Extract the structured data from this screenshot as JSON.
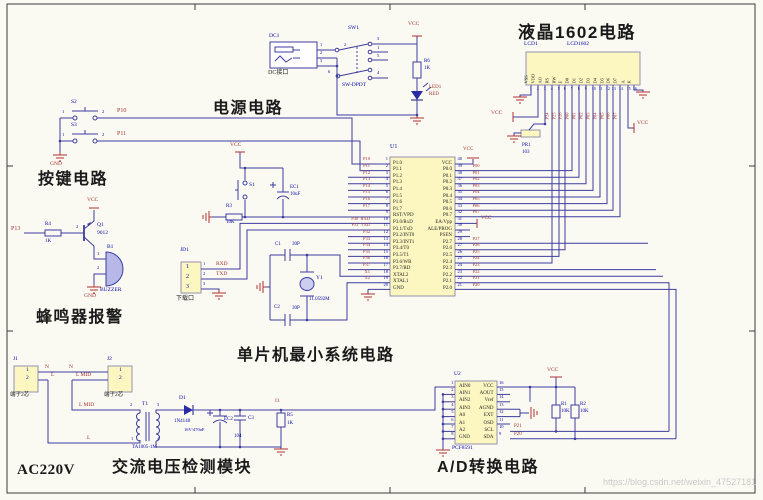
{
  "titles": {
    "lcd": "液晶1602电路",
    "power": "电源电路",
    "keys": "按键电路",
    "buzzer": "蜂鸣器报警",
    "mcu": "单片机最小系统电路",
    "ac220v": "AC220V",
    "ac_module": "交流电压检测模块",
    "adc": "A/D转换电路"
  },
  "watermark": "https://blog.csdn.net/weixin_47527181",
  "colors": {
    "wire": "#3c3ca0",
    "net_text": "#a03434",
    "designator_text": "#0404aa",
    "power_symbol": "#b03030",
    "component_fill": "#fcf7c0",
    "background": "#fbfaf2"
  },
  "power": {
    "dc1": {
      "ref": "DC1",
      "label": "DC接口",
      "pins": [
        "1",
        "2",
        "3"
      ]
    },
    "sw1": {
      "ref": "SW1",
      "part": "SW-DPDT",
      "pins": [
        "2",
        "3",
        "1",
        "5",
        "6",
        "4"
      ]
    },
    "r6": {
      "ref": "R6",
      "value": "1K"
    },
    "led1": {
      "ref": "LED1",
      "value": "RED"
    },
    "vcc": "VCC"
  },
  "keys": {
    "s2": {
      "ref": "S2",
      "pin1": "1",
      "pin2": "2",
      "net": "P10"
    },
    "s3": {
      "ref": "S3",
      "pin1": "1",
      "pin2": "2",
      "net": "P11"
    },
    "gnd": "GND"
  },
  "reset": {
    "s1": "S1",
    "ec1": {
      "ref": "EC1",
      "value": "10uF"
    },
    "r3": {
      "ref": "R3",
      "value": "10K"
    },
    "vcc": "VCC"
  },
  "buzzer": {
    "net": "P13",
    "r4": {
      "ref": "R4",
      "value": "1K"
    },
    "base_pin": "2",
    "q1": {
      "ref": "Q1",
      "value": "9012"
    },
    "b1": {
      "ref": "B1",
      "value": "BUZZER",
      "pin1": "1",
      "pin2": "2"
    },
    "vcc": "VCC",
    "gnd": "GND"
  },
  "jd1": {
    "ref": "JD1",
    "label": "下载口",
    "pins": [
      "1",
      "2",
      "3"
    ],
    "nets": {
      "rxd": "RXD",
      "txd": "TXD"
    }
  },
  "xtal": {
    "c1": {
      "ref": "C1",
      "value": "30P"
    },
    "c2": {
      "ref": "C2",
      "value": "30P"
    },
    "y1": {
      "ref": "Y1",
      "value": "11.0592M"
    }
  },
  "u1": {
    "ref": "U1",
    "left": [
      {
        "pin": "1",
        "name": "P1.0",
        "net": "P10"
      },
      {
        "pin": "2",
        "name": "P1.1",
        "net": "P11"
      },
      {
        "pin": "3",
        "name": "P1.2",
        "net": "P12"
      },
      {
        "pin": "4",
        "name": "P1.3",
        "net": "P13"
      },
      {
        "pin": "5",
        "name": "P1.4",
        "net": "P14"
      },
      {
        "pin": "6",
        "name": "P1.5",
        "net": "P15"
      },
      {
        "pin": "7",
        "name": "P1.6",
        "net": "P16"
      },
      {
        "pin": "8",
        "name": "P1.7",
        "net": "P17"
      },
      {
        "pin": "9",
        "name": "RST/VPD",
        "net": ""
      },
      {
        "pin": "10",
        "name": "P3.0/RxD",
        "net": "P30  RXD"
      },
      {
        "pin": "11",
        "name": "P3.1/TxD",
        "net": "P31  TXD"
      },
      {
        "pin": "12",
        "name": "P3.2/INT0",
        "net": "P32"
      },
      {
        "pin": "13",
        "name": "P3.3/INT1",
        "net": "P33"
      },
      {
        "pin": "14",
        "name": "P3.4/T0",
        "net": "P34"
      },
      {
        "pin": "15",
        "name": "P3.5/T1",
        "net": "P35"
      },
      {
        "pin": "16",
        "name": "P3.6/WR",
        "net": "P36"
      },
      {
        "pin": "17",
        "name": "P3.7/RD",
        "net": "P37"
      },
      {
        "pin": "18",
        "name": "XTAL2",
        "net": "X1"
      },
      {
        "pin": "19",
        "name": "XTAL1",
        "net": "X2"
      },
      {
        "pin": "20",
        "name": "GND",
        "net": ""
      }
    ],
    "right": [
      {
        "pin": "40",
        "name": "VCC",
        "net": "VCC"
      },
      {
        "pin": "39",
        "name": "P0.0",
        "net": "P00"
      },
      {
        "pin": "38",
        "name": "P0.1",
        "net": "P01"
      },
      {
        "pin": "37",
        "name": "P0.2",
        "net": "P02"
      },
      {
        "pin": "36",
        "name": "P0.3",
        "net": "P03"
      },
      {
        "pin": "35",
        "name": "P0.4",
        "net": "P04"
      },
      {
        "pin": "34",
        "name": "P0.5",
        "net": "P05"
      },
      {
        "pin": "33",
        "name": "P0.6",
        "net": "P06"
      },
      {
        "pin": "32",
        "name": "P0.7",
        "net": "P07"
      },
      {
        "pin": "31",
        "name": "EA/Vpp",
        "net": "VCC"
      },
      {
        "pin": "30",
        "name": "ALE/PROG",
        "net": ""
      },
      {
        "pin": "29",
        "name": "PSEN",
        "net": ""
      },
      {
        "pin": "28",
        "name": "P2.7",
        "net": "P27"
      },
      {
        "pin": "27",
        "name": "P2.6",
        "net": "P26"
      },
      {
        "pin": "26",
        "name": "P2.5",
        "net": "P25"
      },
      {
        "pin": "25",
        "name": "P2.4",
        "net": "P24"
      },
      {
        "pin": "24",
        "name": "P2.3",
        "net": "P23"
      },
      {
        "pin": "23",
        "name": "P2.2",
        "net": "P22"
      },
      {
        "pin": "22",
        "name": "P2.1",
        "net": "P21"
      },
      {
        "pin": "21",
        "name": "P2.0",
        "net": "P20"
      }
    ]
  },
  "lcd": {
    "ref": "LCD1",
    "part": "LCD1602",
    "pins": [
      {
        "num": "1",
        "name": "VSS"
      },
      {
        "num": "2",
        "name": "VDD"
      },
      {
        "num": "3",
        "name": "AO"
      },
      {
        "num": "4",
        "name": "RS"
      },
      {
        "num": "5",
        "name": "RW"
      },
      {
        "num": "6",
        "name": "E"
      },
      {
        "num": "7",
        "name": "D0"
      },
      {
        "num": "8",
        "name": "D1"
      },
      {
        "num": "9",
        "name": "D2"
      },
      {
        "num": "10",
        "name": "D3"
      },
      {
        "num": "11",
        "name": "D4"
      },
      {
        "num": "12",
        "name": "D5"
      },
      {
        "num": "13",
        "name": "D6"
      },
      {
        "num": "14",
        "name": "D7"
      },
      {
        "num": "15",
        "name": "A"
      },
      {
        "num": "16",
        "name": "K"
      }
    ],
    "risers": [
      "P24",
      "P25",
      "P26",
      "P00",
      "P01",
      "P02",
      "P03",
      "P04",
      "P05",
      "P06",
      "P07"
    ],
    "pot": {
      "ref": "PR1",
      "value": "103"
    },
    "vcc_left": "VCC",
    "vcc_right": "VCC"
  },
  "u2": {
    "ref": "U2",
    "part": "PCF8591",
    "rows": [
      {
        "lpin": "1",
        "lname": "AIN0",
        "rname": "VCC",
        "rpin": "16"
      },
      {
        "lpin": "2",
        "lname": "AIN1",
        "rname": "AOUT",
        "rpin": "15"
      },
      {
        "lpin": "3",
        "lname": "AIN2",
        "rname": "Vref",
        "rpin": "14"
      },
      {
        "lpin": "4",
        "lname": "AIN3",
        "rname": "AGND",
        "rpin": "13"
      },
      {
        "lpin": "5",
        "lname": "A0",
        "rname": "EXT",
        "rpin": "12"
      },
      {
        "lpin": "6",
        "lname": "A1",
        "rname": "OSD",
        "rpin": "11"
      },
      {
        "lpin": "7",
        "lname": "A2",
        "rname": "SCL",
        "rpin": "10"
      },
      {
        "lpin": "8",
        "lname": "GND",
        "rname": "SDA",
        "rpin": "9"
      }
    ],
    "nets": {
      "scl": "P21",
      "sda": "P20"
    },
    "r1": {
      "ref": "R1",
      "value": "10K"
    },
    "r2": {
      "ref": "R2",
      "value": "10K"
    },
    "vcc": "VCC"
  },
  "ac": {
    "j1": {
      "ref": "J1",
      "label": "端子2芯",
      "pins": [
        "1",
        "2"
      ]
    },
    "j2": {
      "ref": "J2",
      "label": "端子2芯",
      "pins": [
        "1",
        "2"
      ]
    },
    "t1": {
      "ref": "T1",
      "part": "TA1005-1M",
      "pins": [
        "2",
        "1",
        "3",
        "4"
      ]
    },
    "d1": {
      "ref": "D1",
      "value": "1N4148"
    },
    "ec2": {
      "ref": "EC2",
      "value": "16V/470uF"
    },
    "c3": {
      "ref": "C3",
      "value": "104"
    },
    "r5": {
      "ref": "R5",
      "value": "1K"
    },
    "nets": {
      "n1": "N",
      "n2": "N",
      "l1": "L",
      "lmid1": "L MID",
      "lmid2": "L MID",
      "l2": "L",
      "out": "I1"
    }
  }
}
